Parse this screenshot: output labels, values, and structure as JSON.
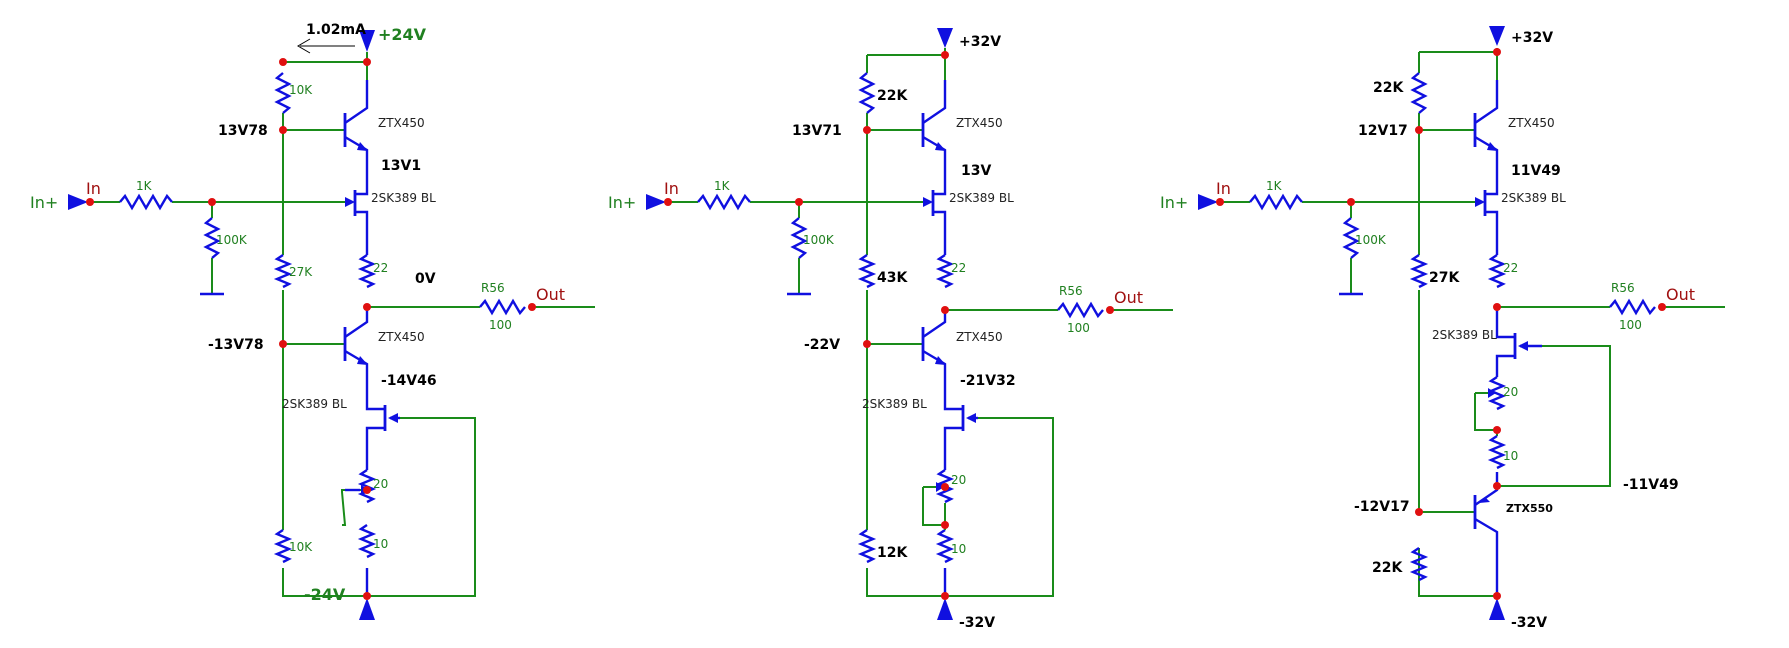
{
  "circuits": [
    {
      "input_label": "In+",
      "input_pin": "In",
      "output_pin": "Out",
      "r_in": "1K",
      "r_ground": "100K",
      "rail_pos": "+24V",
      "rail_neg": "-24V",
      "current": "1.02mA",
      "r_top": "10K",
      "r_mid": "27K",
      "r_bot": "10K",
      "q_top": "ZTX450",
      "q_bot": "ZTX450",
      "jfet_top": "2SK389 BL",
      "jfet_bot": "2SK389 BL",
      "r_src_top": "22",
      "r_out": "R56",
      "r_out_value": "100",
      "trim": "20",
      "r_src_bot": "10",
      "v_base_top": "13V78",
      "v_emitter_top": "13V1",
      "v_out": "0V",
      "v_base_bot": "-13V78",
      "v_emitter_bot": "-14V46"
    },
    {
      "input_label": "In+",
      "input_pin": "In",
      "output_pin": "Out",
      "r_in": "1K",
      "r_ground": "100K",
      "rail_pos": "+32V",
      "rail_neg": "-32V",
      "r_top": "22K",
      "r_mid": "43K",
      "r_bot": "12K",
      "q_top": "ZTX450",
      "q_bot": "ZTX450",
      "jfet_top": "2SK389 BL",
      "jfet_bot": "2SK389 BL",
      "r_src_top": "22",
      "r_out": "R56",
      "r_out_value": "100",
      "trim": "20",
      "r_src_bot": "10",
      "v_base_top": "13V71",
      "v_emitter_top": "13V",
      "v_base_bot": "-22V",
      "v_emitter_bot": "-21V32"
    },
    {
      "input_label": "In+",
      "input_pin": "In",
      "output_pin": "Out",
      "r_in": "1K",
      "r_ground": "100K",
      "rail_pos": "+32V",
      "rail_neg": "-32V",
      "r_top": "22K",
      "r_mid": "27K",
      "r_bot": "22K",
      "q_top": "ZTX450",
      "q_bot": "ZTX550",
      "jfet_top": "2SK389 BL",
      "jfet_bot": "2SK389 BL",
      "r_src_top": "22",
      "r_out": "R56",
      "r_out_value": "100",
      "trim": "20",
      "r_src_bot": "10",
      "v_base_top": "12V17",
      "v_emitter_top": "11V49",
      "v_base_bot": "-12V17",
      "v_emitter_bot": "-11V49"
    }
  ],
  "colors": {
    "wire": "#1a8c1a",
    "component": "#1010e0",
    "node": "#e01010",
    "value_label": "#208020"
  }
}
